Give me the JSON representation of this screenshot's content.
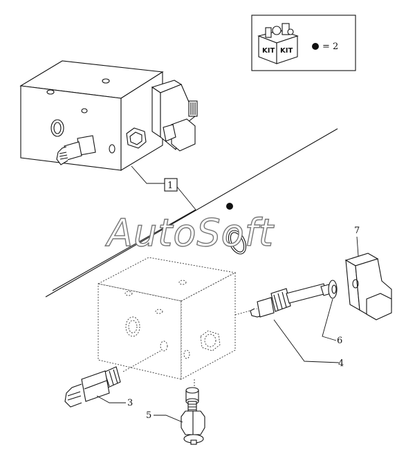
{
  "watermark": "AutoSoft",
  "kit_box": {
    "label_left": "KIT",
    "label_right": "KIT",
    "symbol_text": "= 2"
  },
  "callouts": [
    {
      "id": "1",
      "boxed": true
    },
    {
      "id": "3",
      "boxed": false
    },
    {
      "id": "4",
      "boxed": false
    },
    {
      "id": "5",
      "boxed": false
    },
    {
      "id": "6",
      "boxed": false
    },
    {
      "id": "7",
      "boxed": false
    }
  ],
  "colors": {
    "line": "#111111",
    "background": "#ffffff",
    "watermark_outline": "#777777"
  }
}
